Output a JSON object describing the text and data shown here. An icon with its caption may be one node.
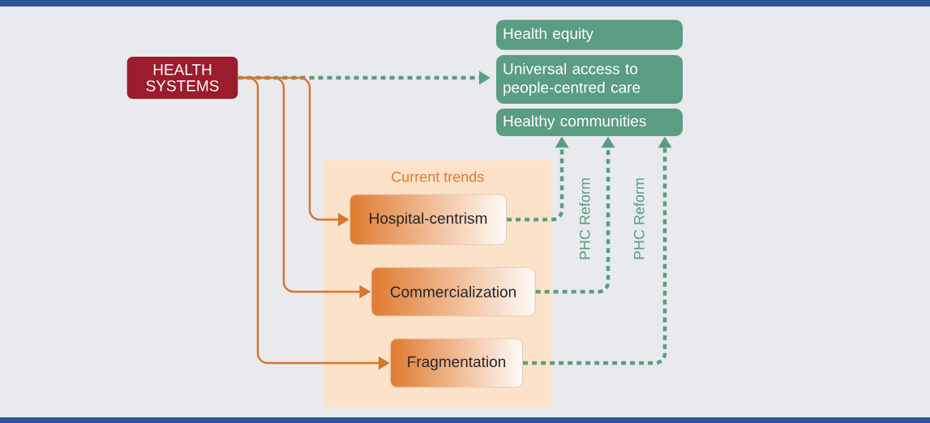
{
  "diagram": {
    "nodes": [
      {
        "text": [
          "HEALTH SYSTEMS"
        ]
      },
      {
        "text": [
          "Health equity"
        ]
      },
      {
        "text": [
          "Universal access to people-centred care"
        ]
      },
      {
        "text": [
          "Healthy communities"
        ]
      },
      {
        "text": [
          "Current trends"
        ]
      },
      {
        "text": [
          "Hospital-centrism"
        ],
        "in": 4
      },
      {
        "text": [
          "Commercialization"
        ],
        "in": 4
      },
      {
        "text": [
          "Fragmentation"
        ],
        "in": 4
      }
    ],
    "edges": [
      {
        "from": 0,
        "to": 2,
        "arrow": "to",
        "style": "dashed"
      },
      {
        "from": 0,
        "to": 5,
        "arrow": "to",
        "color": "#d8752f"
      },
      {
        "from": 0,
        "to": 6,
        "arrow": "to",
        "color": "#d8752f"
      },
      {
        "from": 0,
        "to": 7,
        "arrow": "to",
        "color": "#d8752f"
      },
      {
        "from": 5,
        "to": 3,
        "arrow": "to",
        "style": "dashed"
      },
      {
        "from": 6,
        "to": 3,
        "arrow": "to",
        "style": "dashed",
        "label": "PHC Reform"
      },
      {
        "from": 7,
        "to": 3,
        "arrow": "to",
        "style": "dashed",
        "label": "PHC Reform"
      }
    ]
  }
}
